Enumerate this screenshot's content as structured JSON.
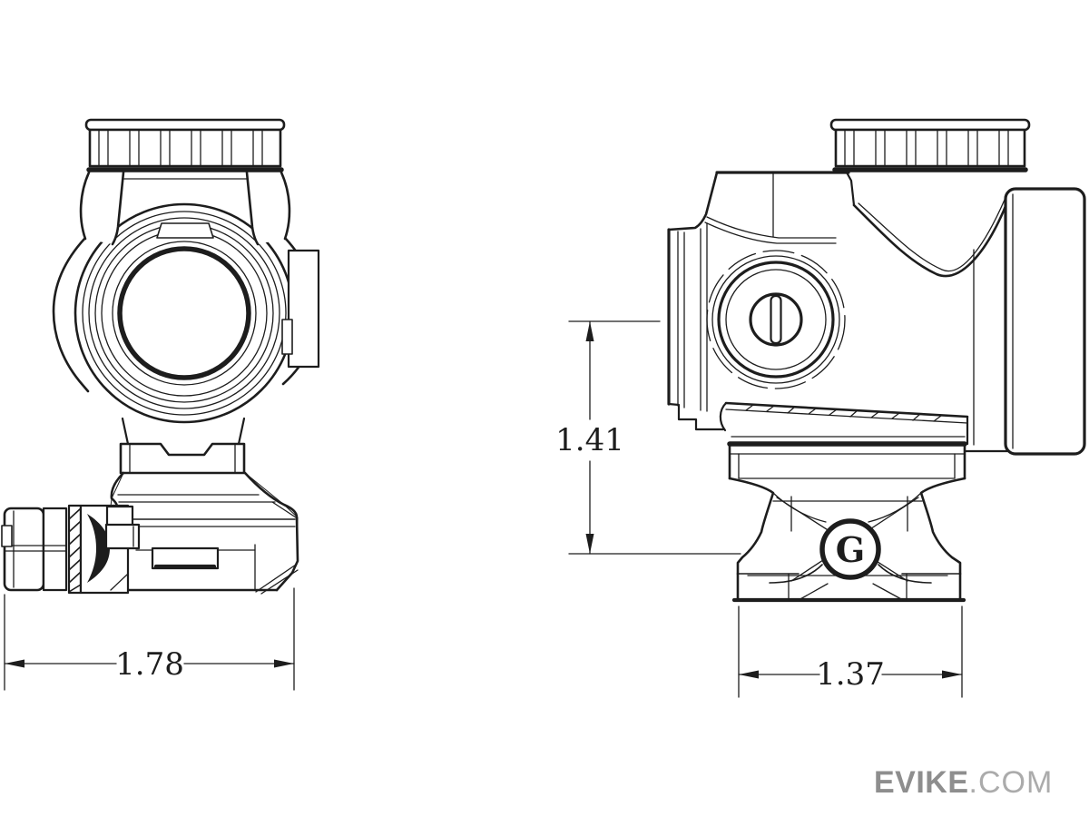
{
  "diagram": {
    "type": "technical-drawing",
    "subject": "red dot sight with QD mount, front and side views",
    "line_color": "#1d1d1d",
    "dim_front_width": "1.78",
    "dim_side_height": "1.41",
    "dim_side_width": "1.37",
    "mount_logo_letter": "G"
  },
  "watermark": {
    "brand": "EVIKE",
    "suffix": ".COM",
    "color_bold": "#8e8e8e",
    "color_light": "#ababab"
  }
}
